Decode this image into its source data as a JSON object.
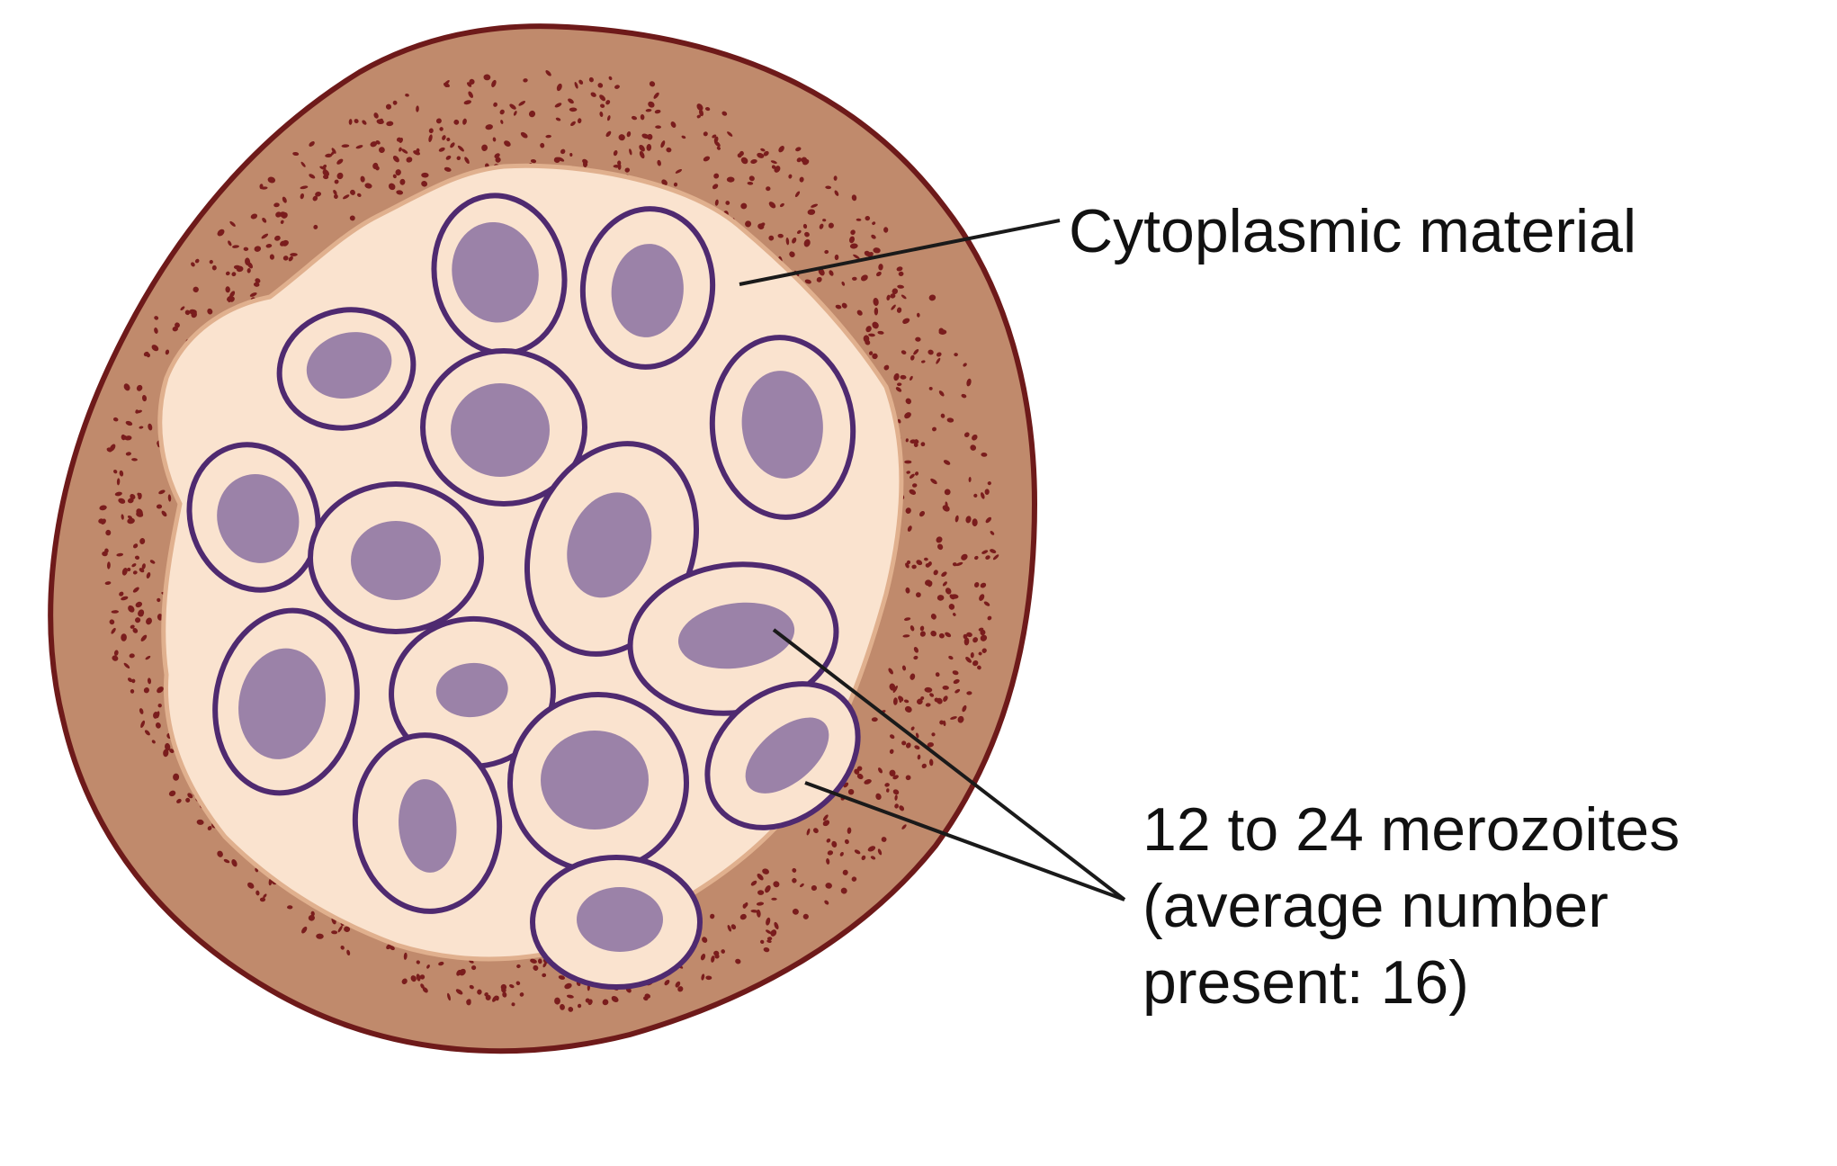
{
  "labels": {
    "cytoplasm": "Cytoplasmic material",
    "merozoites_line1": "12 to 24 merozoites",
    "merozoites_line2": "(average number",
    "merozoites_line3": "present: 16)"
  },
  "colors": {
    "cell_fill": "#c08a6c",
    "cell_outline": "#6e1a1a",
    "speckle": "#7a1d1d",
    "cytoplasm_fill": "#fae3cf",
    "cytoplasm_edge": "#e0b08e",
    "merozoite_outline": "#4f2a70",
    "nucleus_fill": "#9b82a8",
    "leader_line": "#1a1a1a"
  }
}
